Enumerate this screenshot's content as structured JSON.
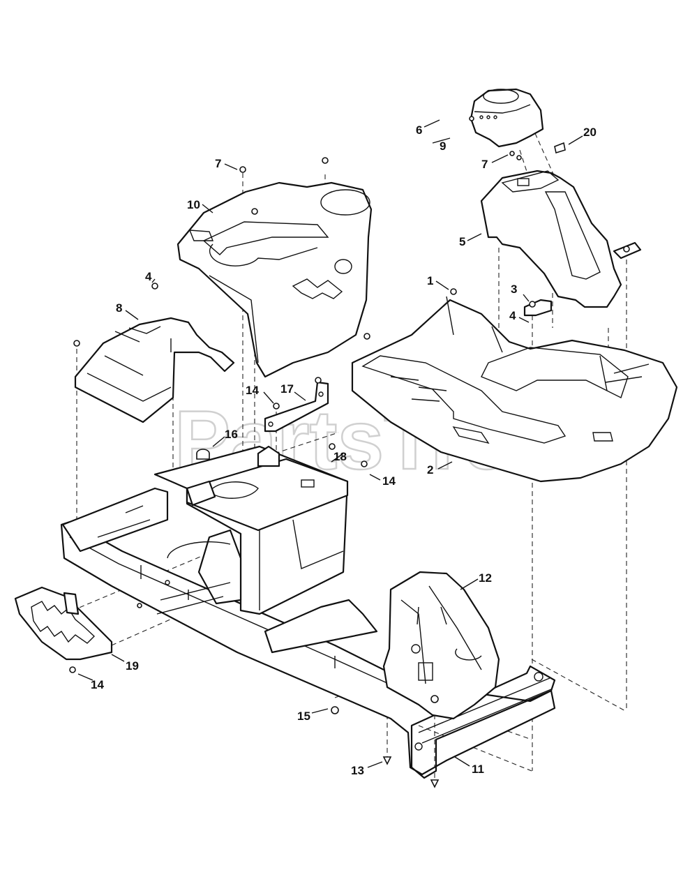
{
  "watermark": {
    "text": "PartsTree",
    "trademark": "™"
  },
  "callouts": {
    "c1": "1",
    "c2": "2",
    "c3": "3",
    "c4a": "4",
    "c4b": "4",
    "c5": "5",
    "c6": "6",
    "c7a": "7",
    "c7b": "7",
    "c8": "8",
    "c9": "9",
    "c10": "10",
    "c11": "11",
    "c12": "12",
    "c13": "13",
    "c14a": "14",
    "c14b": "14",
    "c14c": "14",
    "c15": "15",
    "c16": "16",
    "c17": "17",
    "c18": "18",
    "c19": "19",
    "c20": "20"
  },
  "colors": {
    "ink": "#111111",
    "paper": "#ffffff",
    "watermark": "#c8c8c8"
  }
}
